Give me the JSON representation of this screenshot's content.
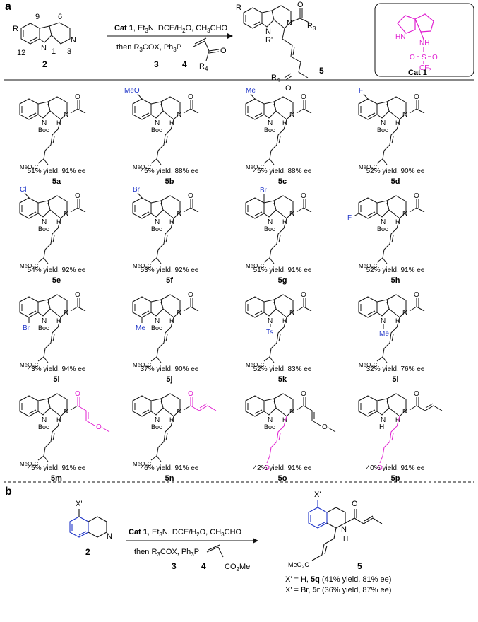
{
  "panel_a": {
    "letter": "a",
    "reaction": {
      "start_label": "2",
      "start_numbering": [
        "9",
        "6",
        "12",
        "1",
        "3"
      ],
      "start_R": "R",
      "start_NH": "N",
      "conditions_line1": [
        "Cat 1",
        ", Et",
        "3",
        "N, DCE/H",
        "2",
        "O, CH",
        "3",
        "CHO"
      ],
      "conditions_line2": [
        "then R",
        "3",
        "COX, Ph",
        "3",
        "P"
      ],
      "reagent3_label": "3",
      "reagent4_label": "4",
      "reagent4_R": "R",
      "reagent4_sub": "4",
      "product_label": "5",
      "product_R": "R",
      "product_R1": "R'",
      "product_R3": "R",
      "product_R3_sub": "3",
      "product_R4": "R",
      "product_R4_sub": "4",
      "catalyst_label": "Cat 1",
      "catalyst_atoms": [
        "H",
        "N",
        "NH",
        "O",
        "S",
        "O",
        "CF",
        "3"
      ]
    },
    "compounds": [
      {
        "id": "5a",
        "result": "51% yield, 91% ee"
      },
      {
        "id": "5b",
        "result": "45% yield, 88% ee"
      },
      {
        "id": "5c",
        "result": "45% yield, 88% ee"
      },
      {
        "id": "5d",
        "result": "52% yield, 90% ee"
      },
      {
        "id": "5e",
        "result": "54% yield, 92% ee"
      },
      {
        "id": "5f",
        "result": "53% yield, 92% ee"
      },
      {
        "id": "5g",
        "result": "51% yield, 91% ee"
      },
      {
        "id": "5h",
        "result": "52% yield, 91% ee"
      },
      {
        "id": "5i",
        "result": "43% yield, 94% ee"
      },
      {
        "id": "5j",
        "result": "37% yield, 90% ee"
      },
      {
        "id": "5k",
        "result": "52% yield, 83% ee"
      },
      {
        "id": "5l",
        "result": "32% yield, 76% ee"
      },
      {
        "id": "5m",
        "result": "45% yield, 91% ee"
      },
      {
        "id": "5n",
        "result": "46% yield, 91% ee"
      },
      {
        "id": "5o",
        "result": "42% yield, 91% ee"
      },
      {
        "id": "5p",
        "result": "40% yield, 91% ee"
      }
    ],
    "substituents": {
      "boc": "Boc",
      "ts": "Ts",
      "me": "Me",
      "meo": "MeO",
      "f": "F",
      "cl": "Cl",
      "br": "Br",
      "ester": "MeO",
      "ester_sub": "2",
      "ester_c": "C",
      "n": "N",
      "h": "H",
      "o": "O",
      "nh": "N"
    }
  },
  "panel_b": {
    "letter": "b",
    "start_label": "2",
    "start_X": "X'",
    "start_N": "N",
    "conditions_line1": [
      "Cat 1",
      ", Et",
      "3",
      "N, DCE/H",
      "2",
      "O, CH",
      "3",
      "CHO"
    ],
    "conditions_line2": [
      "then R",
      "3",
      "COX, Ph",
      "3",
      "P"
    ],
    "reagent3_label": "3",
    "reagent4_label": "4",
    "reagent4_ester": "CO",
    "reagent4_ester_sub": "2",
    "reagent4_ester_me": "Me",
    "product_label": "5",
    "product_X": "X'",
    "product_ester": "MeO",
    "product_ester_sub": "2",
    "product_ester_c": "C",
    "result_lines": [
      {
        "prefix": "X' = H, ",
        "cmpd": "5q",
        "suffix": " (41% yield, 81% ee)"
      },
      {
        "prefix": "X' = Br, ",
        "cmpd": "5r",
        "suffix": " (36% yield, 87% ee)"
      }
    ]
  },
  "colors": {
    "ink": "#111111",
    "magenta": "#e020d0",
    "blue": "#1f35c8",
    "blue_ring": "#1f35c8"
  }
}
